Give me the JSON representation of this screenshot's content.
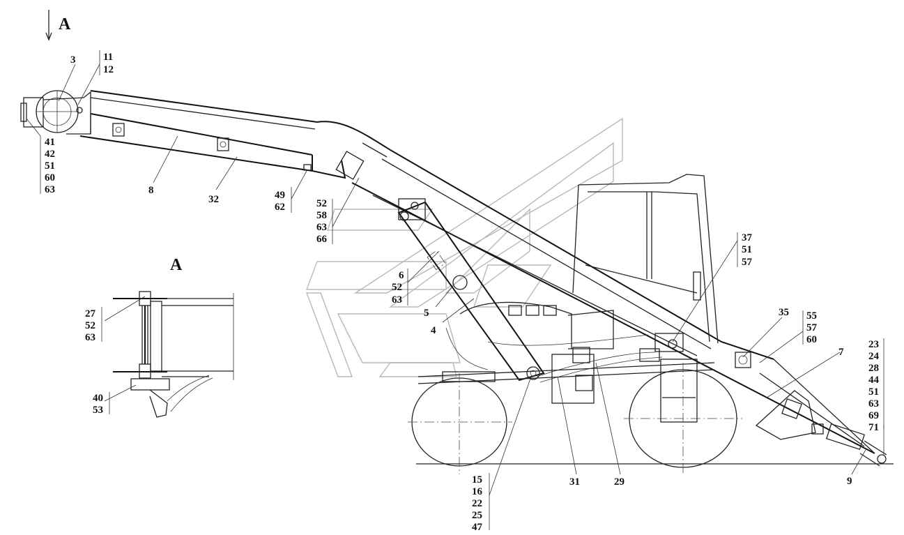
{
  "view": {
    "marker_top": "A",
    "marker_detail": "A"
  },
  "callouts": {
    "c3": "3",
    "c11_12": [
      "11",
      "12"
    ],
    "c41_63": [
      "41",
      "42",
      "51",
      "60",
      "63"
    ],
    "c8": "8",
    "c32": "32",
    "c49_62": [
      "49",
      "62"
    ],
    "c52_66": [
      "52",
      "58",
      "63",
      "66"
    ],
    "c6_63": [
      "6",
      "52",
      "63"
    ],
    "c5": "5",
    "c4": "4",
    "c27_63": [
      "27",
      "52",
      "63"
    ],
    "c40_53": [
      "40",
      "53"
    ],
    "c37_57": [
      "37",
      "51",
      "57"
    ],
    "c35": "35",
    "c55_60": [
      "55",
      "57",
      "60"
    ],
    "c7": "7",
    "c23_71": [
      "23",
      "24",
      "28",
      "44",
      "51",
      "63",
      "69",
      "71"
    ],
    "c9": "9",
    "c15_47": [
      "15",
      "16",
      "22",
      "25",
      "47"
    ],
    "c31": "31",
    "c29": "29"
  }
}
